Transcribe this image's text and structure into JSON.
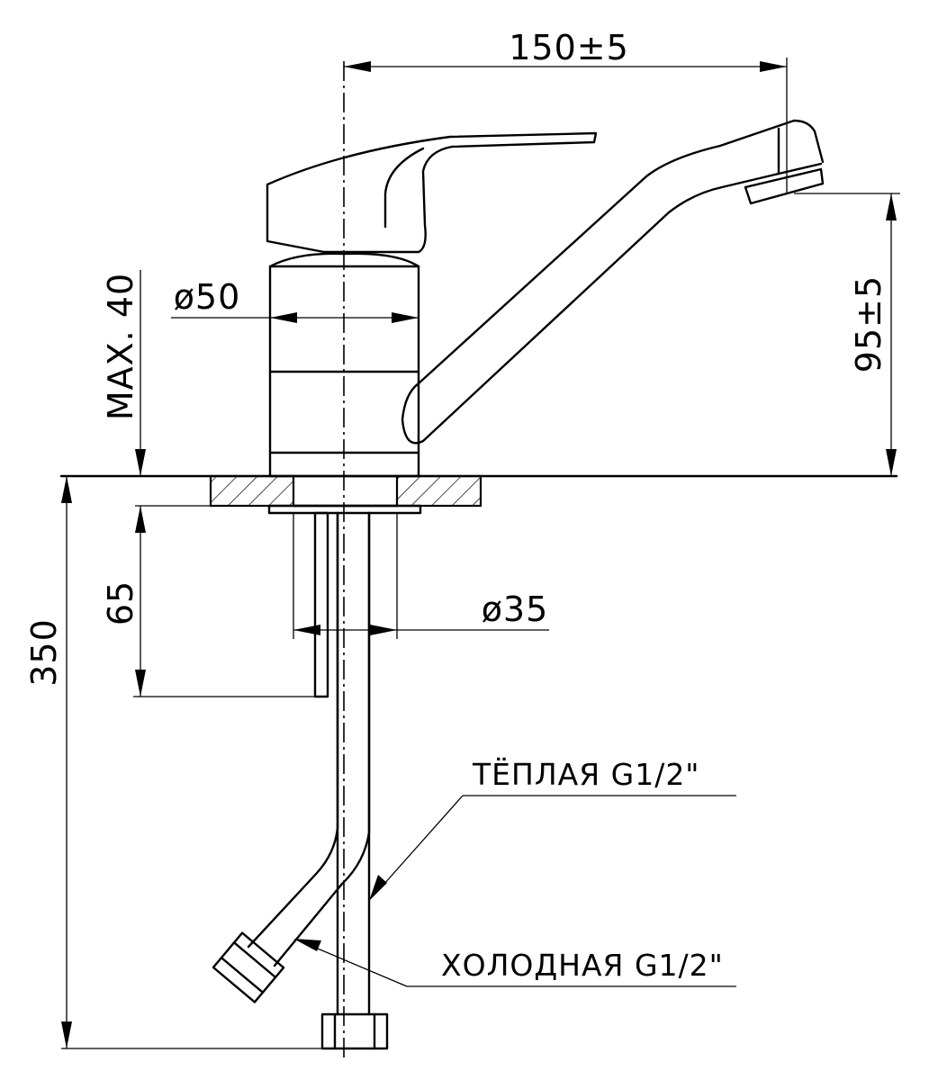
{
  "dimensions": {
    "spout_reach": "150±5",
    "spout_height": "95±5",
    "max_deck_thickness": "MAX. 40",
    "body_diameter": "ø50",
    "shank_diameter": "ø35",
    "shank_length": "65",
    "hose_length": "350"
  },
  "labels": {
    "warm_inlet": "ТЁПЛАЯ G1/2\"",
    "cold_inlet": "ХОЛОДНАЯ G1/2\""
  },
  "colors": {
    "line": "#000000",
    "background": "#ffffff"
  }
}
